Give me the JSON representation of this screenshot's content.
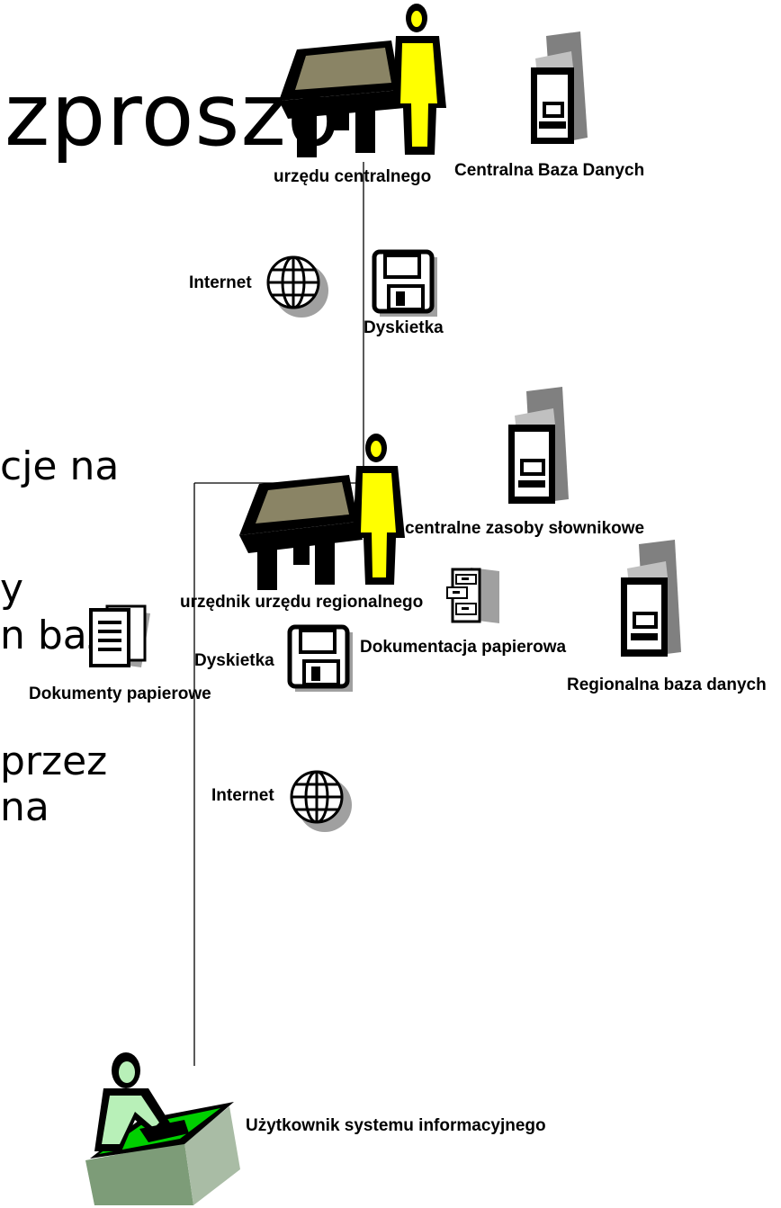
{
  "slide": {
    "title_fragment": "zproszo",
    "body_fragments": [
      "cje na",
      "y",
      "n baz",
      "przez",
      "na"
    ]
  },
  "diagram": {
    "nodes": {
      "central_clerk": "urzędu centralnego",
      "central_db": "Centralna Baza Danych",
      "internet_top": "Internet",
      "floppy_top": "Dyskietka",
      "dictionary_resources": "centralne  zasoby słownikowe",
      "regional_clerk": "urzędnik urzędu regionalnego",
      "paper_docs_cabinet": "Dokumentacja papierowa",
      "regional_db": "Regionalna baza danych",
      "internet_bottom": "Internet",
      "floppy_bottom": "Dyskietka",
      "paper_documents": "Dokumenty papierowe",
      "end_user": "Użytkownik systemu informacyjnego"
    }
  }
}
